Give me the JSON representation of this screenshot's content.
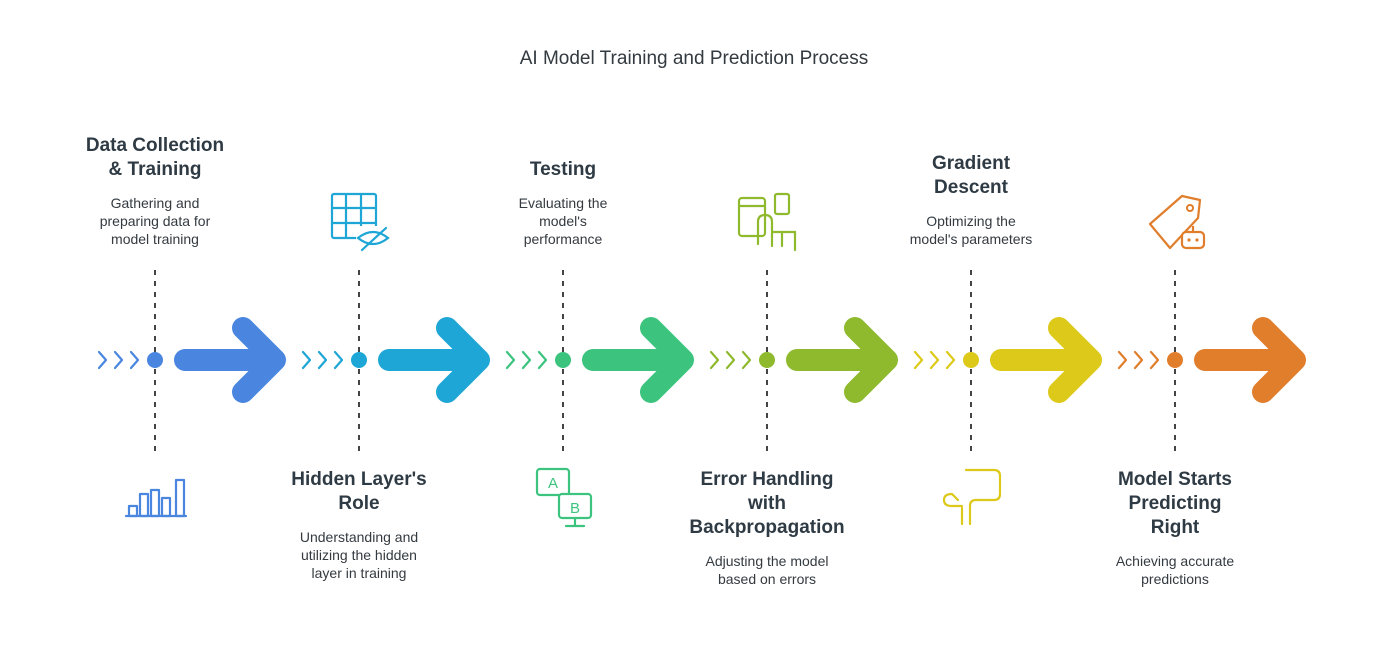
{
  "title": "AI Model Training and Prediction Process",
  "steps": [
    {
      "heading": [
        "Data Collection",
        "& Training"
      ],
      "description": [
        "Gathering and",
        "preparing data for",
        "model training"
      ],
      "color": "#4a86e0",
      "icon": "bar-chart-icon",
      "text_position": "top"
    },
    {
      "heading": [
        "Hidden Layer's",
        "Role"
      ],
      "description": [
        "Understanding and",
        "utilizing the hidden",
        "layer in training"
      ],
      "color": "#1ea6d6",
      "icon": "hidden-grid-icon",
      "text_position": "bottom"
    },
    {
      "heading": [
        "Testing"
      ],
      "description": [
        "Evaluating the",
        "model's",
        "performance"
      ],
      "color": "#3cc47f",
      "icon": "ab-test-icon",
      "text_position": "top"
    },
    {
      "heading": [
        "Error Handling",
        "with",
        "Backpropagation"
      ],
      "description": [
        "Adjusting the model",
        "based on errors"
      ],
      "color": "#8fba2e",
      "icon": "devices-touch-icon",
      "text_position": "bottom"
    },
    {
      "heading": [
        "Gradient",
        "Descent"
      ],
      "description": [
        "Optimizing the",
        "model's parameters"
      ],
      "color": "#dcc91a",
      "icon": "descent-path-icon",
      "text_position": "top"
    },
    {
      "heading": [
        "Model Starts",
        "Predicting",
        "Right"
      ],
      "description": [
        "Achieving accurate",
        "predictions"
      ],
      "color": "#e07e2c",
      "icon": "robot-tag-icon",
      "text_position": "bottom"
    }
  ]
}
